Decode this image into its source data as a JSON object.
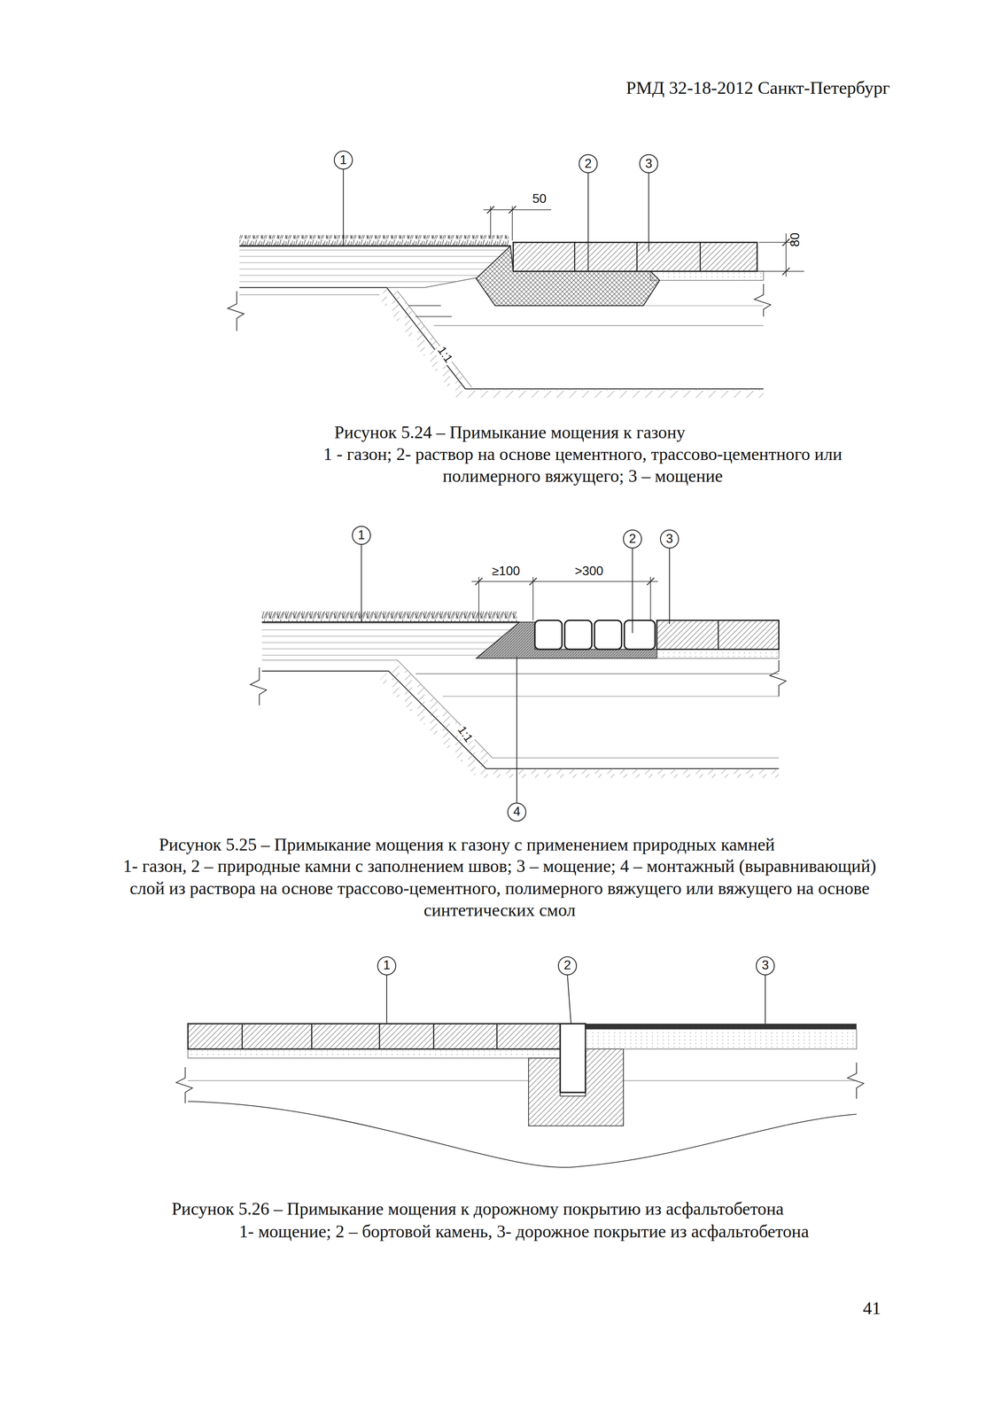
{
  "diagram": {
    "labels": [
      "РМД 32-18-2012 Санкт-Петербург",
      "1",
      "2",
      "3",
      "50",
      "80",
      "1:1",
      "Рисунок 5.24 – Примыкание мощения к газону",
      "1 - газон; 2- раствор на основе цементного, трассово-цементного или полимерного вяжущего; 3 – мощение",
      "1",
      "2",
      "3",
      "≥100",
      ">300",
      "1:1",
      "4",
      "Рисунок 5.25 – Примыкание мощения к газону с применением природных камней",
      "1- газон, 2 – природные камни с заполнением швов; 3 – мощение; 4 – монтажный (выравнивающий) слой из раствора на основе трассово-цементного, полимерного вяжущего или вяжущего на основе синтетических смол",
      "1",
      "2",
      "3",
      "Рисунок 5.26 – Примыкание мощения к дорожному покрытию из асфальтобетона",
      "1- мощение; 2 – бортовой камень, 3- дорожное покрытие из асфальтобетона",
      "41"
    ]
  }
}
